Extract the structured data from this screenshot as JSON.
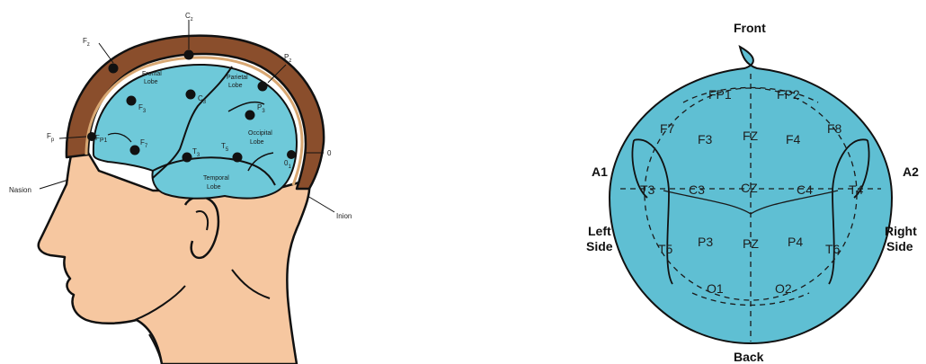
{
  "colors": {
    "brain_fill": "#6ec9d9",
    "skull_brown": "#8a4e2c",
    "skin": "#f6c7a0",
    "top_view_fill": "#5fbfd3",
    "ink": "#111111"
  },
  "side_view": {
    "electrodes": {
      "cz": "C",
      "cz_sub": "z",
      "fz": "F",
      "fz_sub": "z",
      "pz": "P",
      "pz_sub": "z",
      "fp": "F",
      "fp_sub": "p",
      "fp1": "F",
      "fp1_sub": "P1",
      "f3": "F",
      "f3_sub": "3",
      "c3": "C",
      "c3_sub": "3",
      "p3": "P",
      "p3_sub": "3",
      "f7": "F",
      "f7_sub": "7",
      "t3": "T",
      "t3_sub": "3",
      "t5": "T",
      "t5_sub": "5",
      "o1": "0",
      "o1_sub": "1",
      "o": "0"
    },
    "lobes": {
      "frontal_1": "Frontal",
      "frontal_2": "Lobe",
      "parietal_1": "Parietal",
      "parietal_2": "Lobe",
      "occipital_1": "Occipital",
      "occipital_2": "Lobe",
      "temporal_1": "Temporal",
      "temporal_2": "Lobe"
    },
    "landmarks": {
      "nasion": "Nasion",
      "inion": "Inion"
    }
  },
  "top_view": {
    "front": "Front",
    "back": "Back",
    "left_side_1": "Left",
    "left_side_2": "Side",
    "right_side_1": "Right",
    "right_side_2": "Side",
    "a1": "A1",
    "a2": "A2",
    "electrodes": {
      "fp1": "FP1",
      "fp2": "FP2",
      "f7": "F7",
      "f3": "F3",
      "fz": "FZ",
      "f4": "F4",
      "f8": "F8",
      "t3": "T3",
      "c3": "C3",
      "cz": "CZ",
      "c4": "C4",
      "t4": "T4",
      "t5": "T5",
      "p3": "P3",
      "pz": "PZ",
      "p4": "P4",
      "t6": "T6",
      "o1": "O1",
      "o2": "O2"
    }
  }
}
